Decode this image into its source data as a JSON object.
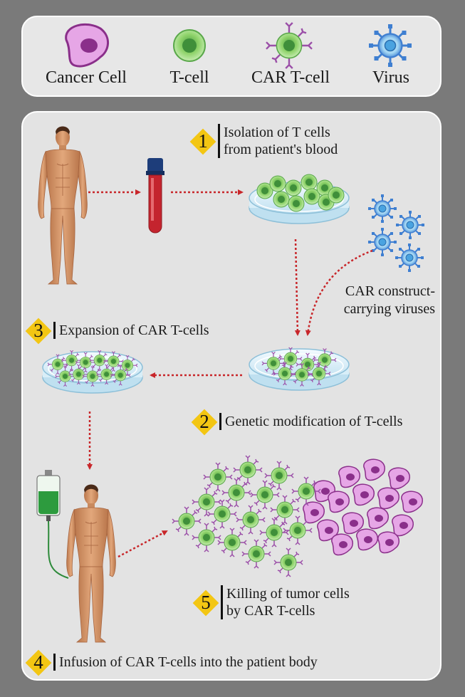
{
  "legend": {
    "items": [
      {
        "label": "Cancer Cell",
        "icon": "cancer-cell-icon"
      },
      {
        "label": "T-cell",
        "icon": "t-cell-icon"
      },
      {
        "label": "CAR T-cell",
        "icon": "car-t-cell-icon"
      },
      {
        "label": "Virus",
        "icon": "virus-icon"
      }
    ]
  },
  "steps": {
    "s1": {
      "num": "1",
      "line1": "Isolation of T cells",
      "line2": "from patient's blood"
    },
    "s2": {
      "num": "2",
      "line1": "Genetic modification of T-cells"
    },
    "s3": {
      "num": "3",
      "line1": "Expansion of CAR T-cells"
    },
    "s4": {
      "num": "4",
      "line1": "Infusion of CAR T-cells into the patient body"
    },
    "s5": {
      "num": "5",
      "line1": "Killing of tumor cells",
      "line2": "by CAR T-cells"
    }
  },
  "virus_label": {
    "line1": "CAR construct-",
    "line2": "carrying viruses"
  },
  "colors": {
    "background": "#7a7a7a",
    "panel": "#e3e3e3",
    "diamond": "#f3c613",
    "arrow": "#c8262a",
    "tcell": "#8fd36a",
    "cancer": "#c85ac8",
    "virus": "#3f7fd1",
    "skin": "#d99a6c",
    "blood": "#c4242e"
  }
}
